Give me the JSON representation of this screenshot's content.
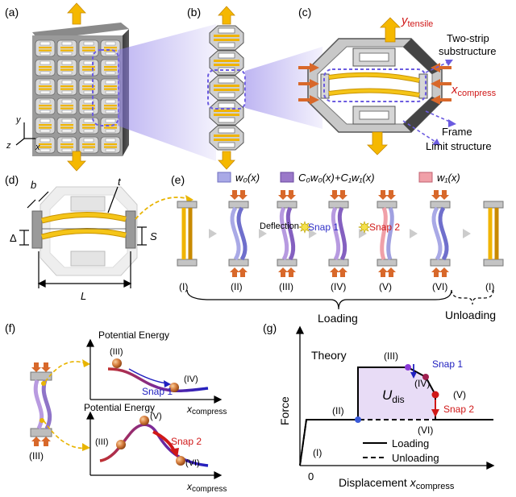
{
  "panels": {
    "a": "(a)",
    "b": "(b)",
    "c": "(c)",
    "d": "(d)",
    "e": "(e)",
    "f": "(f)",
    "g": "(g)"
  },
  "axes_3d": {
    "y": "y",
    "z": "z",
    "x": "x"
  },
  "panel_c": {
    "y_symbol": "y",
    "y_sub": "tensile",
    "x_symbol": "x",
    "x_sub": "compress",
    "two_strip_line1": "Two-strip",
    "two_strip_line2": "substructure",
    "frame": "Frame",
    "limit": "Limit structure"
  },
  "panel_d": {
    "b": "b",
    "t": "t",
    "delta": "Δ",
    "S": "S",
    "L": "L"
  },
  "panel_e": {
    "legend": [
      {
        "label": "w₀(x)",
        "color": "#a9a9e6"
      },
      {
        "label": "C₀w₀(x)+C₁w₁(x)",
        "color": "#9a78c9"
      },
      {
        "label": "w₁(x)",
        "color": "#f0a0a8"
      }
    ],
    "deflection": "Deflection",
    "snap1": "Snap 1",
    "snap2": "Snap 2",
    "stages": [
      "(I)",
      "(II)",
      "(III)",
      "(IV)",
      "(V)",
      "(VI)",
      "(I)"
    ],
    "loading": "Loading",
    "unloading": "Unloading"
  },
  "panel_f": {
    "title_top": "Potential Energy",
    "title_bottom": "Potential Energy",
    "xlabel_sym": "x",
    "xlabel_sub": "compress",
    "top_states": [
      "(III)",
      "(IV)"
    ],
    "bottom_states": [
      "(III)",
      "(V)",
      "(VI)"
    ],
    "snap1": "Snap 1",
    "snap2": "Snap 2",
    "beam_state": "(III)"
  },
  "panel_g": {
    "theory": "Theory",
    "ylabel": "Force",
    "xlabel": "Displacement",
    "xlabel_sym": "x",
    "xlabel_sub": "compress",
    "origin": "0",
    "udis_sym": "U",
    "udis_sub": "dis",
    "states": [
      "(I)",
      "(II)",
      "(III)",
      "(IV)",
      "(V)",
      "(VI)"
    ],
    "snap1": "Snap 1",
    "snap2": "Snap 2",
    "legend_loading": "Loading",
    "legend_unloading": "Unloading"
  },
  "colors": {
    "gold": "#f0b400",
    "arrow_yellow": "#f5b800",
    "arrow_orange": "#d8682a",
    "purple_dash": "#7b6be0",
    "blue": "#3030c8",
    "red": "#d01818"
  }
}
